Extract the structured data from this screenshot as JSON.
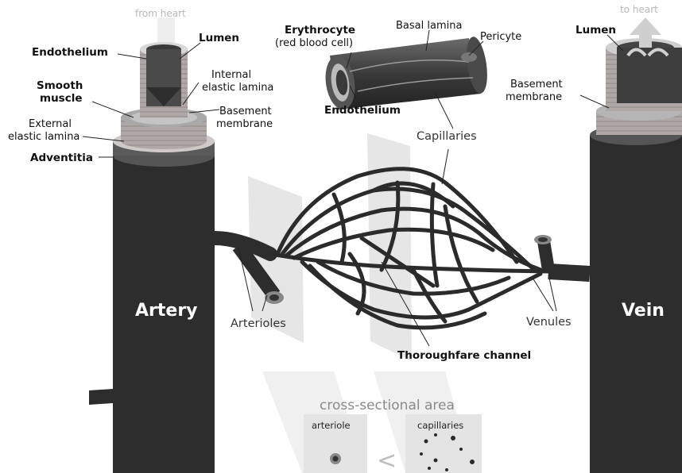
{
  "labels": {
    "from_heart": "from heart",
    "to_heart": "to heart",
    "artery_lumen": "Lumen",
    "endothelium": "Endothelium",
    "internal_elastic_1": "Internal",
    "internal_elastic_2": "elastic lamina",
    "smooth_muscle_1": "Smooth",
    "smooth_muscle_2": "muscle",
    "basement_artery_1": "Basement",
    "basement_artery_2": "membrane",
    "external_elastic_1": "External",
    "external_elastic_2": "elastic lamina",
    "adventitia": "Adventitia",
    "erythrocyte_1": "Erythrocyte",
    "erythrocyte_2": "(red blood cell)",
    "basal_lamina": "Basal lamina",
    "pericyte": "Pericyte",
    "cap_endothelium": "Endothelium",
    "capillaries": "Capillaries",
    "vein_lumen": "Lumen",
    "basement_vein_1": "Basement",
    "basement_vein_2": "membrane",
    "artery": "Artery",
    "vein": "Vein",
    "arterioles": "Arterioles",
    "venules": "Venules",
    "thoroughfare": "Thoroughfare channel",
    "cross_section": "cross-sectional area",
    "arteriole_box": "arteriole",
    "capillaries_box": "capillaries",
    "less_than": "<"
  },
  "colors": {
    "vessel": "#2d2d2d",
    "adventitia": "#5a5a5a",
    "muscle": "#b9b9b9",
    "endothelium": "#d9d9d9",
    "lumen": "#3a3a3a",
    "arrow": "#d6d6d6",
    "panel": "#e8e8e8"
  }
}
